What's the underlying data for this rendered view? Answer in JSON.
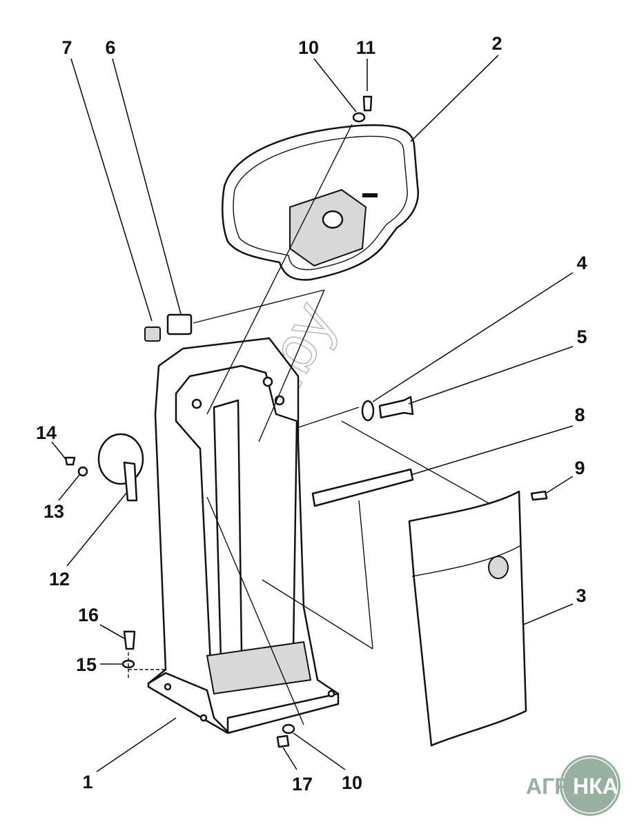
{
  "diagram": {
    "callouts": [
      {
        "id": "7",
        "label": "7"
      },
      {
        "id": "6",
        "label": "6"
      },
      {
        "id": "10a",
        "label": "10"
      },
      {
        "id": "11",
        "label": "11"
      },
      {
        "id": "2",
        "label": "2"
      },
      {
        "id": "4",
        "label": "4"
      },
      {
        "id": "5",
        "label": "5"
      },
      {
        "id": "8",
        "label": "8"
      },
      {
        "id": "9",
        "label": "9"
      },
      {
        "id": "3",
        "label": "3"
      },
      {
        "id": "14",
        "label": "14"
      },
      {
        "id": "13",
        "label": "13"
      },
      {
        "id": "12",
        "label": "12"
      },
      {
        "id": "16",
        "label": "16"
      },
      {
        "id": "15",
        "label": "15"
      },
      {
        "id": "1",
        "label": "1"
      },
      {
        "id": "17",
        "label": "17"
      },
      {
        "id": "10b",
        "label": "10"
      }
    ]
  },
  "watermark": "nka.by",
  "logo": {
    "text_left": "АГРО",
    "text_right": "НКА",
    "color": "#97b0a0"
  }
}
